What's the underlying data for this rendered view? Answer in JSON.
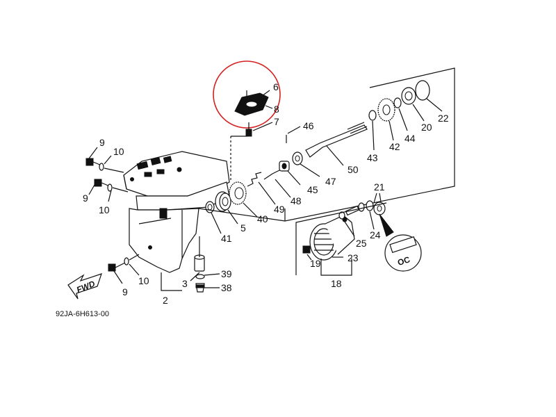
{
  "diagram": {
    "code": "92JA-6H613-00",
    "fwd_label": "FWD",
    "seal_symbol": "OC",
    "highlight_color": "#d62020",
    "callouts": {
      "p2": "2",
      "p3": "3",
      "p5": "5",
      "p6": "6",
      "p7": "7",
      "p8": "8",
      "p9a": "9",
      "p9b": "9",
      "p9c": "9",
      "p10a": "10",
      "p10b": "10",
      "p10c": "10",
      "p18": "18",
      "p19": "19",
      "p20": "20",
      "p21": "21",
      "p22": "22",
      "p23": "23",
      "p24": "24",
      "p25": "25",
      "p38": "38",
      "p39": "39",
      "p40": "40",
      "p41": "41",
      "p42": "42",
      "p43": "43",
      "p44": "44",
      "p45": "45",
      "p46": "46",
      "p47": "47",
      "p48": "48",
      "p49": "49",
      "p50": "50"
    }
  }
}
